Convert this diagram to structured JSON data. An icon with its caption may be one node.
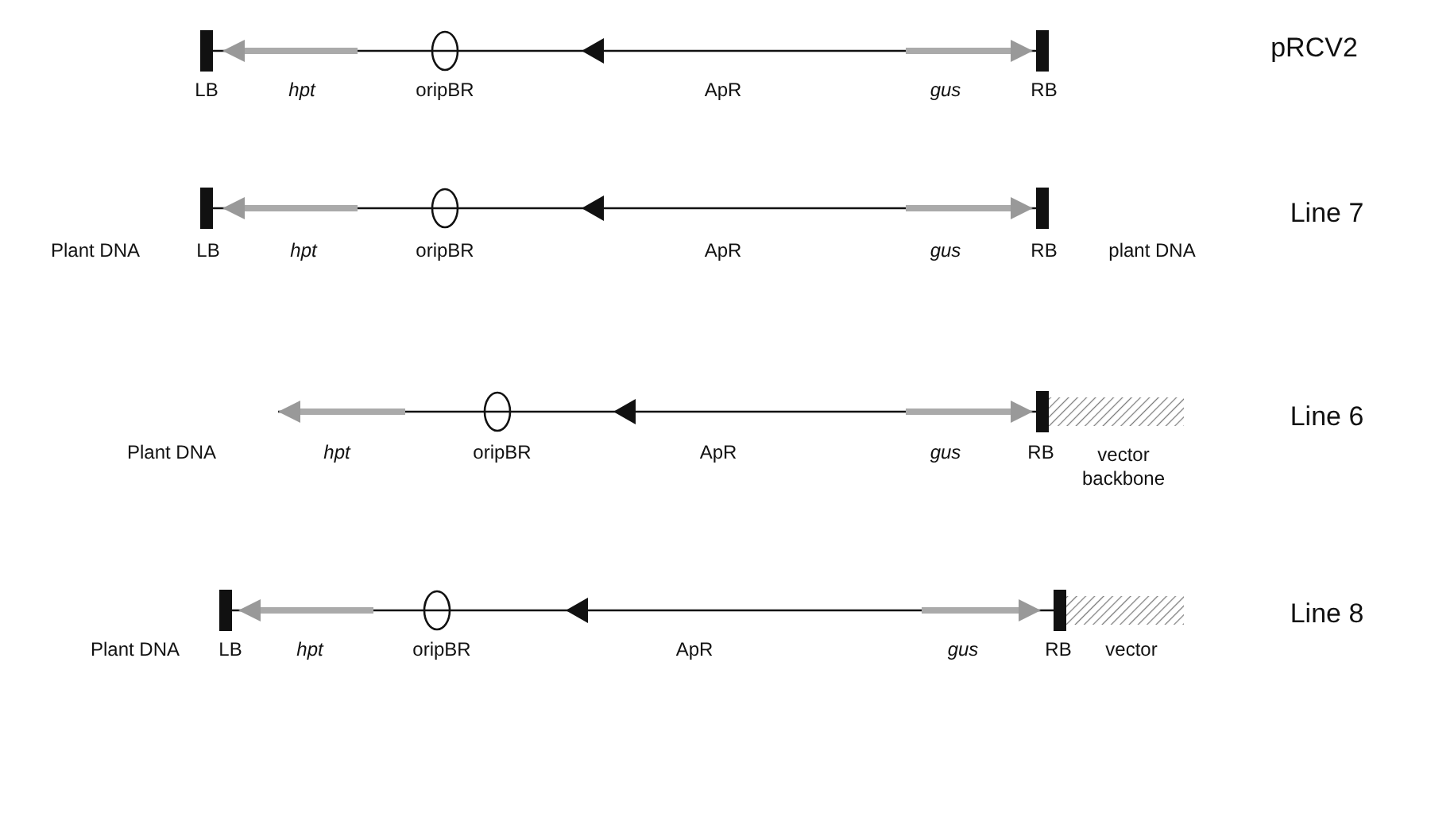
{
  "diagram": {
    "labels": [
      "pRCV2",
      "LB",
      "hpt",
      "oripBR",
      "ApR",
      "gus",
      "RB",
      "Line 7",
      "Plant DNA",
      "LB",
      "hpt",
      "oripBR",
      "ApR",
      "gus",
      "RB",
      "plant DNA",
      "Line 6",
      "Plant DNA",
      "hpt",
      "oripBR",
      "ApR",
      "gus",
      "RB",
      "vector backbone",
      "Line 8",
      "Plant DNA",
      "LB",
      "hpt",
      "oripBR",
      "ApR",
      "gus",
      "RB",
      "vector"
    ]
  }
}
